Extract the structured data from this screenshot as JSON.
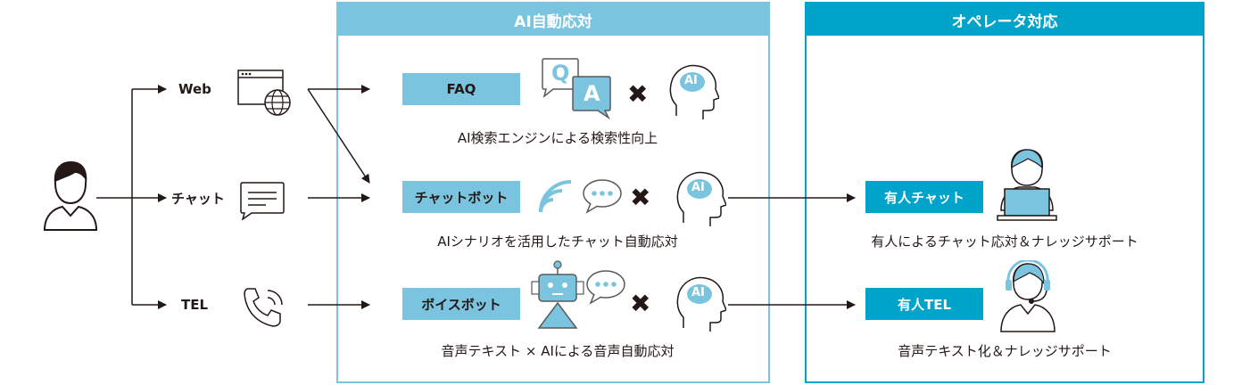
{
  "panels": {
    "ai": {
      "title": "AI自動応対"
    },
    "operator": {
      "title": "オペレータ対応"
    }
  },
  "channels": {
    "web": "Web",
    "chat": "チャット",
    "tel": "TEL"
  },
  "ai_services": {
    "faq": {
      "label": "FAQ",
      "caption": "AI検索エンジンによる検索性向上"
    },
    "chatbot": {
      "label": "チャットボット",
      "caption": "AIシナリオを活用したチャット自動応対"
    },
    "voicebot": {
      "label": "ボイスボット",
      "caption": "音声テキスト × AIによる音声自動応対"
    }
  },
  "operator_services": {
    "chat": {
      "label": "有人チャット",
      "caption": "有人によるチャット応対＆ナレッジサポート"
    },
    "tel": {
      "label": "有人TEL",
      "caption": "音声テキスト化＆ナレッジサポート"
    }
  },
  "icons": {
    "qa_q": "Q",
    "qa_a": "A",
    "ai_badge": "AI",
    "times": "✖"
  },
  "colors": {
    "ai_panel": "#7ac4df",
    "operator_panel": "#00a3c9",
    "arrow": "#231815"
  }
}
